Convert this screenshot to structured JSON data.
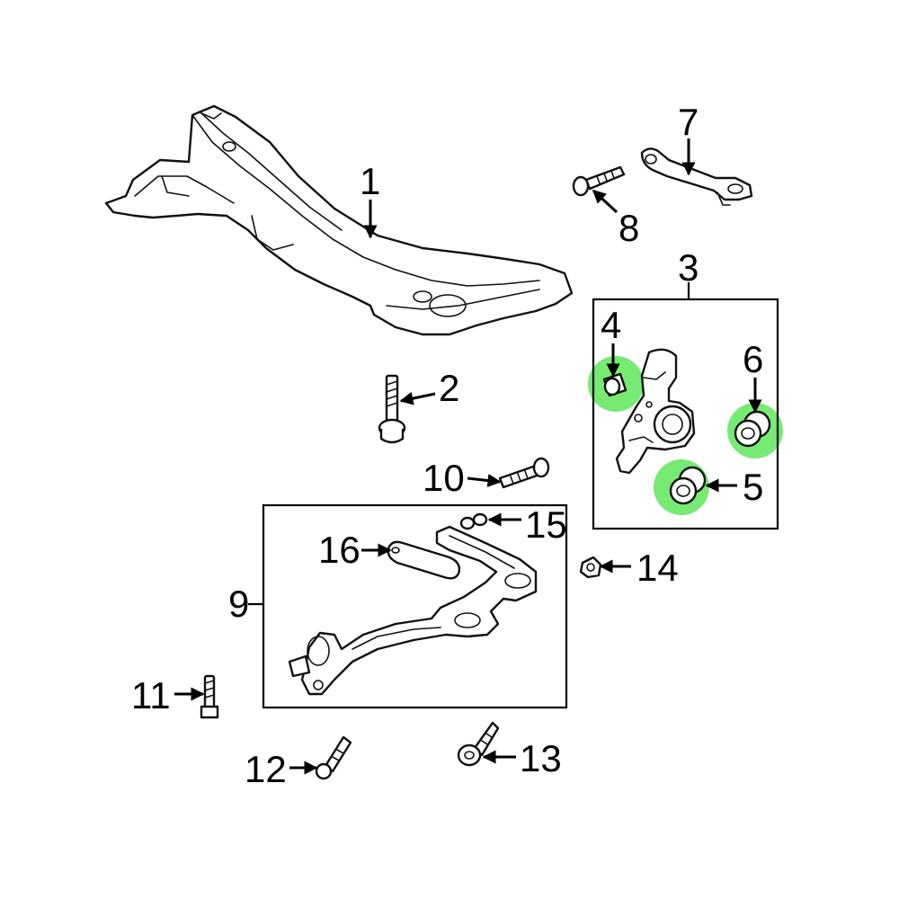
{
  "callouts": {
    "c1": "1",
    "c2": "2",
    "c3": "3",
    "c4": "4",
    "c5": "5",
    "c6": "6",
    "c7": "7",
    "c8": "8",
    "c9": "9",
    "c10": "10",
    "c11": "11",
    "c12": "12",
    "c13": "13",
    "c14": "14",
    "c15": "15",
    "c16": "16"
  },
  "colors": {
    "highlight": "#5fe65a",
    "line": "#111111",
    "background": "#ffffff"
  }
}
